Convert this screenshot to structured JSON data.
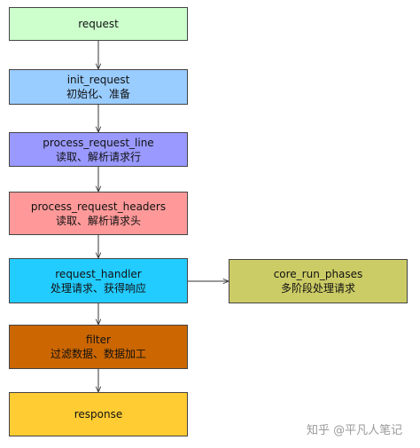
{
  "flow": {
    "request": {
      "label": "request",
      "color": "#ccffcc"
    },
    "init_request": {
      "title": "init_request",
      "desc": "初始化、准备",
      "color": "#99ccff"
    },
    "process_request_line": {
      "title": "process_request_line",
      "desc": "读取、解析请求行",
      "color": "#9999ff"
    },
    "process_request_headers": {
      "title": "process_request_headers",
      "desc": "读取、解析请求头",
      "color": "#ff9999"
    },
    "request_handler": {
      "title": "request_handler",
      "desc": "处理请求、获得响应",
      "color": "#22ccff"
    },
    "core_run_phases": {
      "title": "core_run_phases",
      "desc": "多阶段处理请求",
      "color": "#cccc66"
    },
    "filter": {
      "title": "filter",
      "desc": "过滤数据、数据加工",
      "color": "#cc6600"
    },
    "response": {
      "label": "response",
      "color": "#ffcc33"
    }
  },
  "watermark": "知乎 @平凡人笔记"
}
